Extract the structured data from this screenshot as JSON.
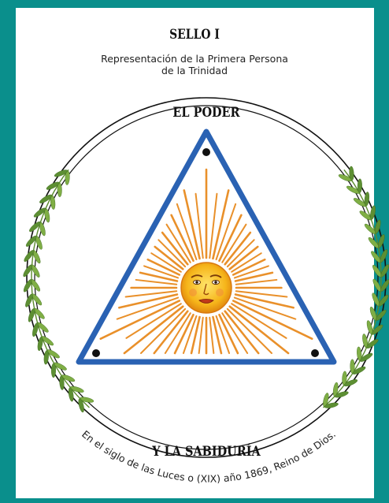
{
  "seal": {
    "title": "SELLO I",
    "subtitle_line1": "Representación de la Primera Persona",
    "subtitle_line2": "de la Trinidad",
    "top_text": "EL PODER",
    "bottom_text": "Y LA SABIDURÍA",
    "arc_text": "En el siglo de las Luces o (XIX) año 1869, Reino de Dios."
  },
  "colors": {
    "background": "#0a8f8c",
    "triangle": "#2a62b3",
    "rays": "#e9902a",
    "sun": "#f3b21c",
    "leaves": "#6b9a3a"
  },
  "icons": [
    "sun-face-icon",
    "laurel-branch-icon"
  ]
}
